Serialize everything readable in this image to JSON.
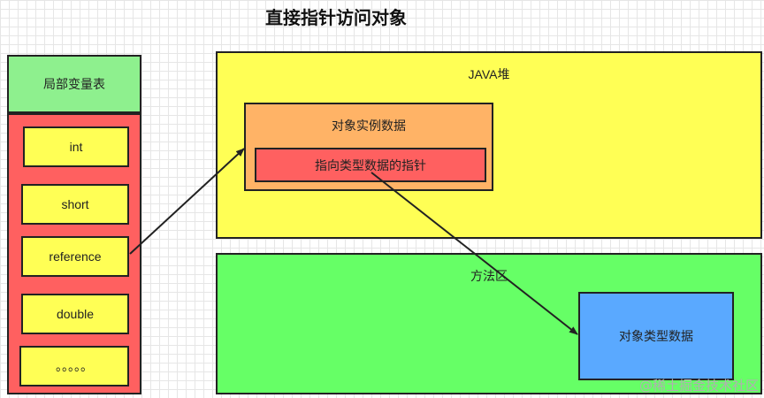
{
  "title": "直接指针访问对象",
  "local_var_table": {
    "header": "局部变量表",
    "slots": [
      "int",
      "short",
      "reference",
      "double",
      "。。。。。"
    ]
  },
  "java_heap": {
    "label": "JAVA堆",
    "instance_data": {
      "label": "对象实例数据",
      "pointer_label": "指向类型数据的指针"
    }
  },
  "method_area": {
    "label": "方法区",
    "type_data_label": "对象类型数据"
  },
  "watermark": "@稀土掘金技术社区",
  "colors": {
    "header_green": "#8ef08e",
    "stack_red": "#ff6060",
    "slot_yellow": "#ffff55",
    "heap_yellow": "#ffff55",
    "instance_orange": "#ffb366",
    "pointer_red": "#ff6060",
    "method_green": "#66ff66",
    "type_blue": "#5aa9ff"
  }
}
